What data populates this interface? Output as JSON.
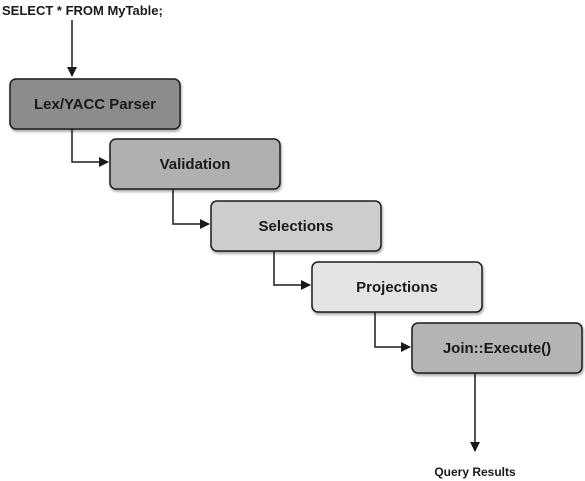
{
  "input_query": "SELECT * FROM MyTable;",
  "output_label": "Query Results",
  "stages": [
    {
      "label": "Lex/YACC Parser",
      "fill": "#8c8c8c"
    },
    {
      "label": "Validation",
      "fill": "#b0b0b0"
    },
    {
      "label": "Selections",
      "fill": "#cdcdcd"
    },
    {
      "label": "Projections",
      "fill": "#e4e4e4"
    },
    {
      "label": "Join::Execute()",
      "fill": "#b4b4b4"
    }
  ],
  "colors": {
    "stroke": "#1a1a1a",
    "text": "#1a1a1a"
  }
}
